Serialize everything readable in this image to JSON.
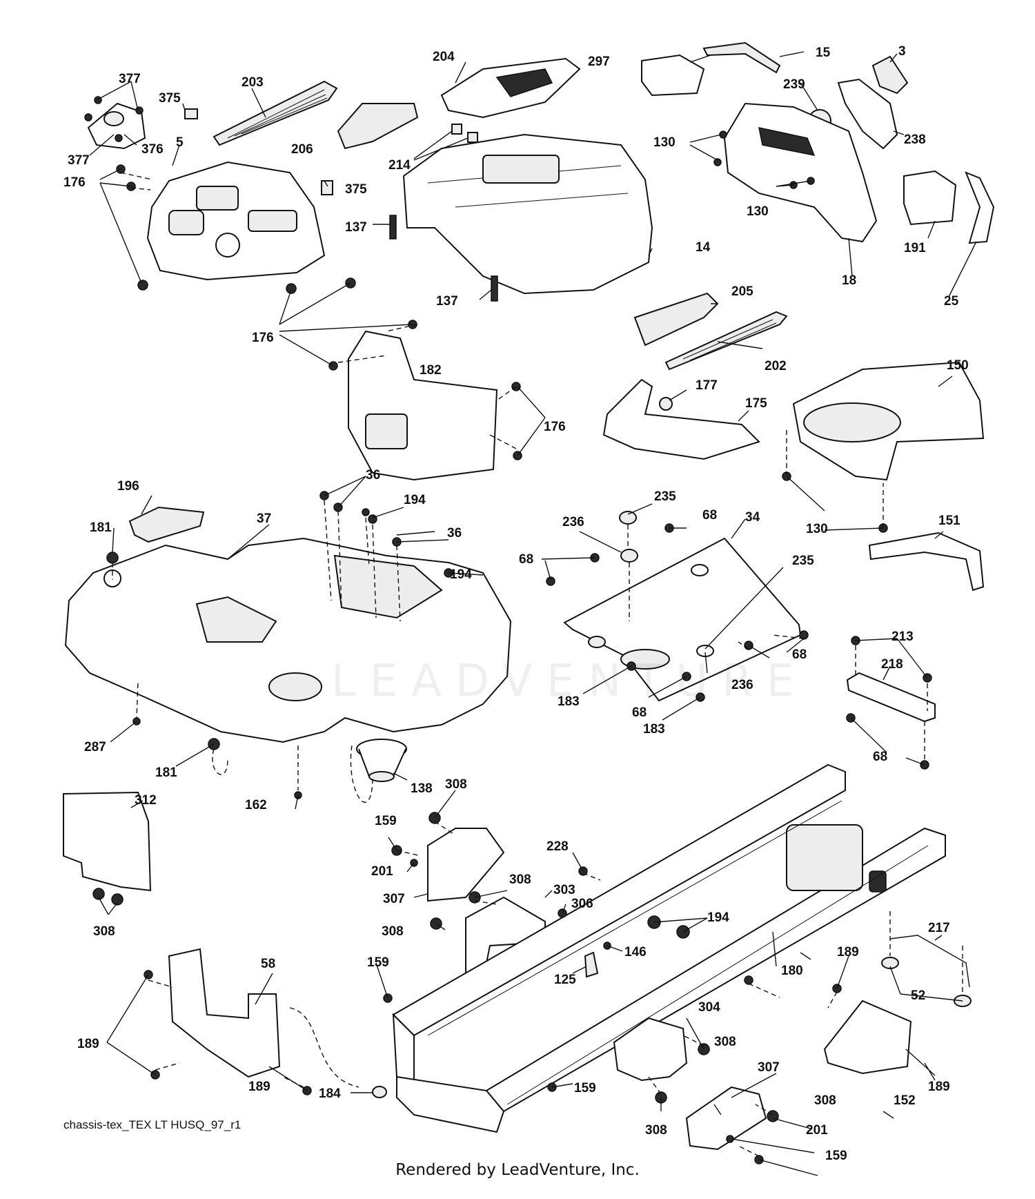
{
  "diagram": {
    "drawing_code": "chassis-tex_TEX LT HUSQ_97_r1",
    "footer": "Rendered by LeadVenture, Inc.",
    "watermark": "LEADVENTURE",
    "callouts": [
      "377",
      "377",
      "375",
      "203",
      "5",
      "376",
      "377",
      "176",
      "204",
      "206",
      "375",
      "214",
      "137",
      "14",
      "137",
      "297",
      "15",
      "3",
      "239",
      "130",
      "238",
      "130",
      "18",
      "191",
      "25",
      "176",
      "182",
      "176",
      "205",
      "202",
      "177",
      "175",
      "150",
      "196",
      "181",
      "37",
      "36",
      "194",
      "36",
      "194",
      "235",
      "236",
      "68",
      "34",
      "235",
      "68",
      "130",
      "151",
      "68",
      "68",
      "183",
      "68",
      "236",
      "183",
      "213",
      "218",
      "68",
      "287",
      "181",
      "162",
      "138",
      "312",
      "308",
      "159",
      "201",
      "307",
      "228",
      "308",
      "303",
      "306",
      "308",
      "194",
      "146",
      "125",
      "180",
      "217",
      "308",
      "189",
      "52",
      "58",
      "189",
      "159",
      "304",
      "308",
      "189",
      "189",
      "184",
      "159",
      "308",
      "307",
      "308",
      "201",
      "159",
      "152"
    ]
  }
}
